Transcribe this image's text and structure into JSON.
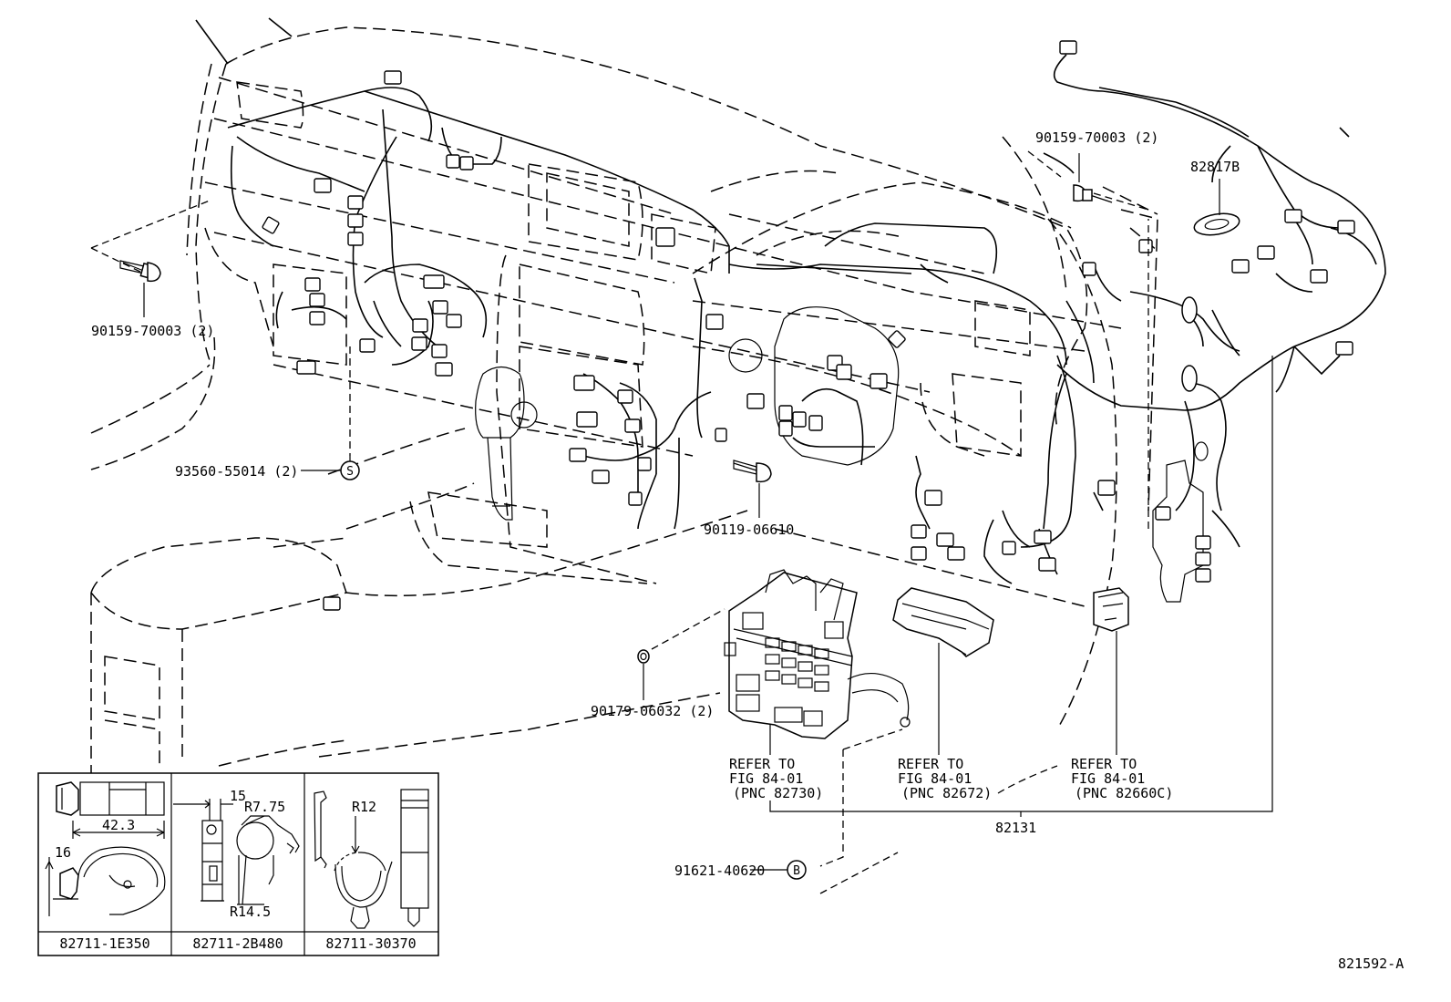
{
  "labels": {
    "bolt_left": "90159-70003 (2)",
    "bolt_right": "90159-70003 (2)",
    "grommet": "82817B",
    "clip_s": "93560-55014 (2)",
    "bolt_center": "90119-06610",
    "nut": "90179-06032 (2)",
    "bolt_b": "91621-40620",
    "harness": "82131",
    "figure_id": "821592-A"
  },
  "markers": {
    "s": "S",
    "b": "B"
  },
  "refer_notes": [
    {
      "line1": "REFER TO",
      "line2": "FIG 84-01",
      "line3": "(PNC 82730)"
    },
    {
      "line1": "REFER TO",
      "line2": "FIG 84-01",
      "line3": "(PNC 82672)"
    },
    {
      "line1": "REFER TO",
      "line2": "FIG 84-01",
      "line3": "(PNC 82660C)"
    }
  ],
  "clip_table": {
    "parts": [
      "82711-1E350",
      "82711-2B480",
      "82711-30370"
    ],
    "dims": {
      "length": "42.3",
      "height": "16",
      "width": "15",
      "r1": "R7.75",
      "r2": "R14.5",
      "r3": "R12"
    }
  }
}
